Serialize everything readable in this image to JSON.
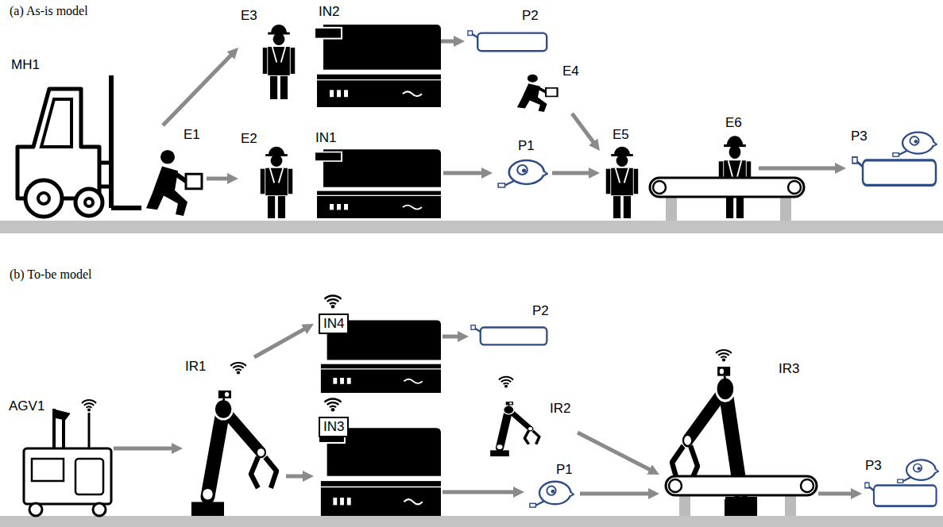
{
  "diagram": {
    "nodes": [
      {
        "text": [
          "MH1"
        ]
      },
      {
        "text": [
          "E1"
        ]
      },
      {
        "text": [
          "E3"
        ]
      },
      {
        "text": [
          "IN2"
        ]
      },
      {
        "text": [
          "P2"
        ]
      },
      {
        "text": [
          "E2"
        ]
      },
      {
        "text": [
          "IN1"
        ]
      },
      {
        "text": [
          "P1"
        ]
      },
      {
        "text": [
          "E4"
        ]
      },
      {
        "text": [
          "E5"
        ]
      },
      {
        "text": [
          "E6"
        ]
      },
      {
        "text": [
          "P3"
        ]
      },
      {
        "text": [
          "AGV1"
        ]
      },
      {
        "text": [
          "IR1"
        ]
      },
      {
        "text": [
          "IN4"
        ]
      },
      {
        "text": [
          "P2"
        ]
      },
      {
        "text": [
          "IN3"
        ]
      },
      {
        "text": [
          "P1"
        ]
      },
      {
        "text": [
          "IR2"
        ]
      },
      {
        "text": [
          "IR3"
        ]
      },
      {
        "text": [
          "P3"
        ]
      }
    ],
    "edges": [
      {
        "from": 1,
        "to": 2,
        "arrow": "to"
      },
      {
        "from": 1,
        "to": 5,
        "arrow": "to"
      },
      {
        "from": 3,
        "to": 4,
        "arrow": "to"
      },
      {
        "from": 6,
        "to": 7,
        "arrow": "to"
      },
      {
        "from": 7,
        "to": 9,
        "arrow": "to"
      },
      {
        "from": 8,
        "to": 9,
        "arrow": "to"
      },
      {
        "from": 10,
        "to": 11,
        "arrow": "to"
      },
      {
        "from": 12,
        "to": 13,
        "arrow": "to"
      },
      {
        "from": 13,
        "to": 14,
        "arrow": "to"
      },
      {
        "from": 13,
        "to": 16,
        "arrow": "to"
      },
      {
        "from": 14,
        "to": 15,
        "arrow": "to"
      },
      {
        "from": 16,
        "to": 17,
        "arrow": "to"
      },
      {
        "from": 17,
        "to": 19,
        "arrow": "to"
      },
      {
        "from": 18,
        "to": 19,
        "arrow": "to"
      },
      {
        "from": 19,
        "to": 20,
        "arrow": "to"
      }
    ],
    "labels": [
      "(a) As-is model",
      "(b) To-be model"
    ]
  }
}
